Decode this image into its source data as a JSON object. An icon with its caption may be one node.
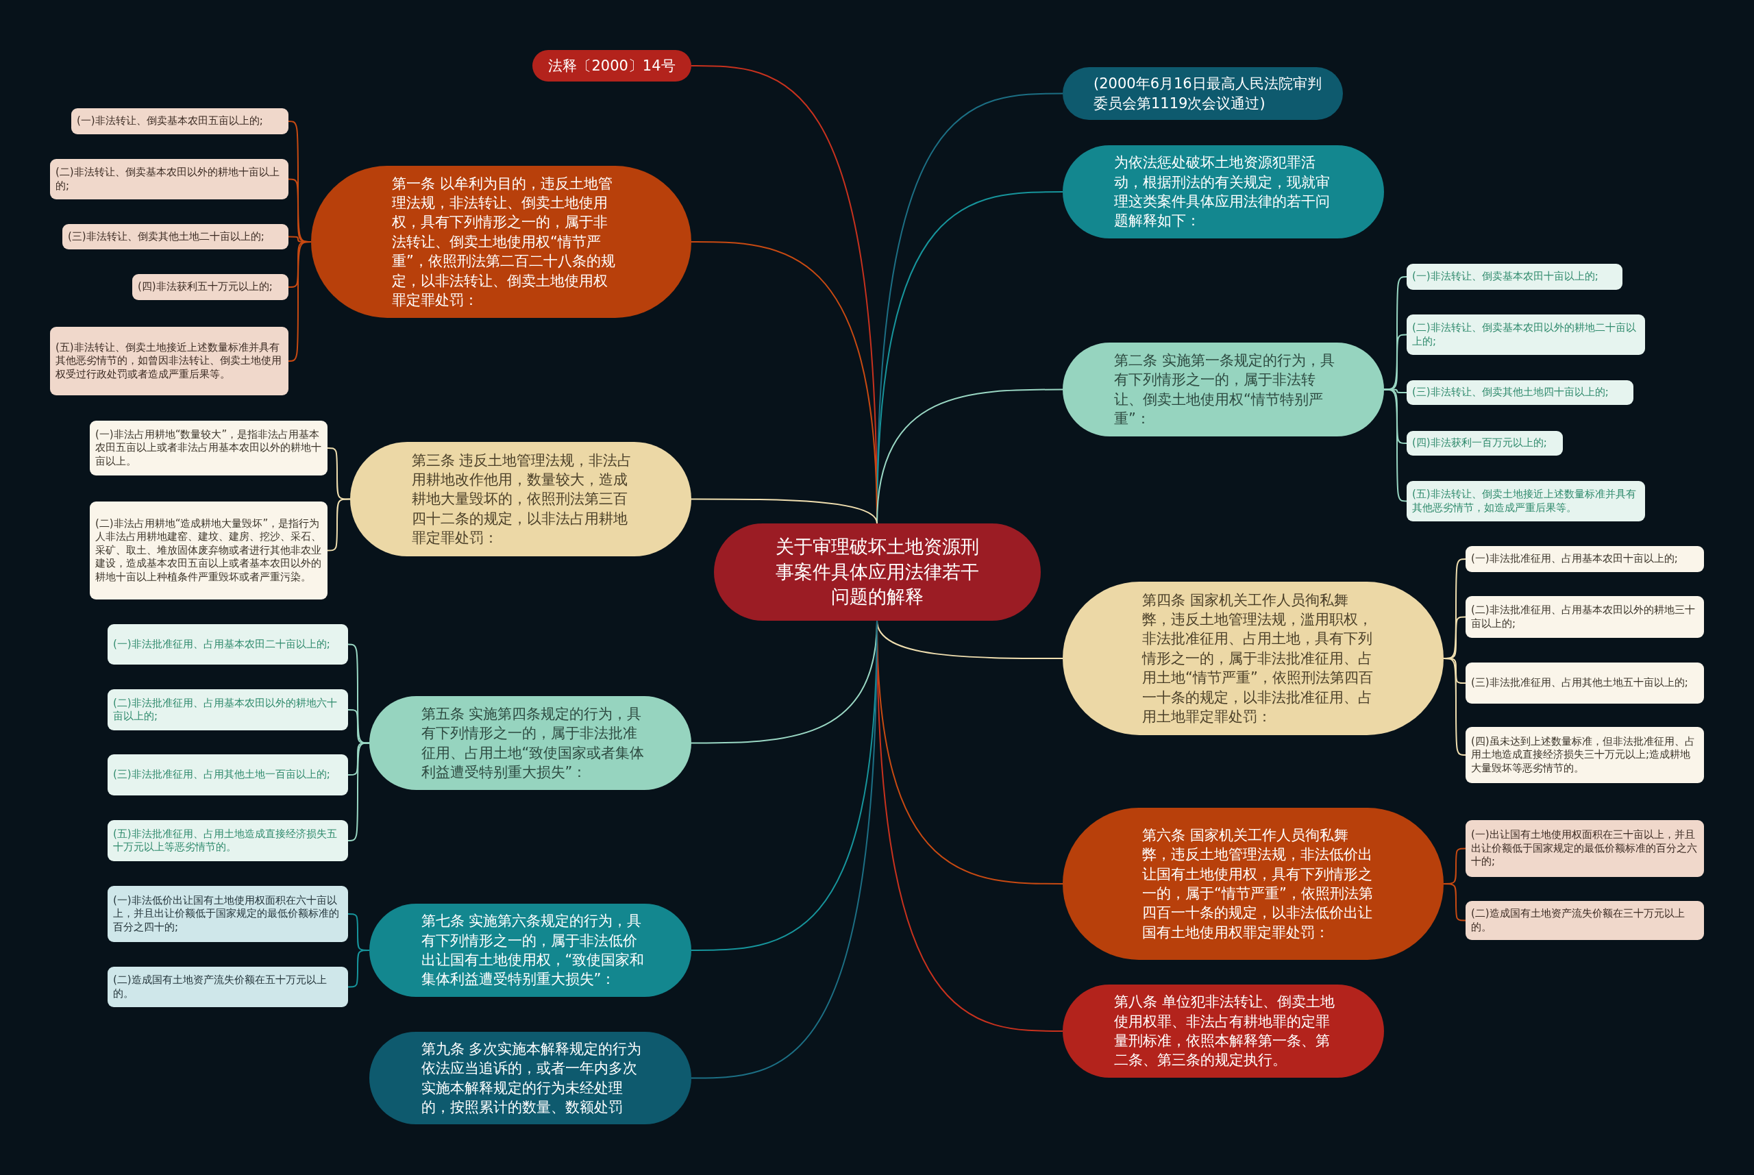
{
  "diagram": {
    "nodes": [
      {
        "text": [
          "关于审理破坏土地资源刑事案件具体应用法律若干问题的解释"
        ]
      },
      {
        "text": [
          "法释〔2000〕14号"
        ]
      },
      {
        "text": [
          "(2000年6月16日最高人民法院审判委员会第1119次会议通过)"
        ]
      },
      {
        "text": [
          "为依法惩处破坏土地资源犯罪活动，根据刑法的有关规定，现就审理这类案件具体应用法律的若干问题解释如下："
        ]
      },
      {
        "text": [
          "第一条 以牟利为目的，违反土地管理法规，非法转让、倒卖土地使用权，具有下列情形之一的，属于非法转让、倒卖土地使用权“情节严重”，依照刑法第二百二十八条的规定，以非法转让、倒卖土地使用权罪定罪处罚："
        ]
      },
      {
        "text": [
          "(一)非法转让、倒卖基本农田五亩以上的;"
        ]
      },
      {
        "text": [
          "(二)非法转让、倒卖基本农田以外的耕地十亩以上的;"
        ]
      },
      {
        "text": [
          "(三)非法转让、倒卖其他土地二十亩以上的;"
        ]
      },
      {
        "text": [
          "(四)非法获利五十万元以上的;"
        ]
      },
      {
        "text": [
          "(五)非法转让、倒卖土地接近上述数量标准并具有其他恶劣情节的，如曾因非法转让、倒卖土地使用权受过行政处罚或者造成严重后果等。"
        ]
      },
      {
        "text": [
          "第二条 实施第一条规定的行为，具有下列情形之一的，属于非法转让、倒卖土地使用权“情节特别严重”："
        ]
      },
      {
        "text": [
          "(一)非法转让、倒卖基本农田十亩以上的;"
        ]
      },
      {
        "text": [
          "(二)非法转让、倒卖基本农田以外的耕地二十亩以上的;"
        ]
      },
      {
        "text": [
          "(三)非法转让、倒卖其他土地四十亩以上的;"
        ]
      },
      {
        "text": [
          "(四)非法获利一百万元以上的;"
        ]
      },
      {
        "text": [
          "(五)非法转让、倒卖土地接近上述数量标准并具有其他恶劣情节，如造成严重后果等。"
        ]
      },
      {
        "text": [
          "第三条 违反土地管理法规，非法占用耕地改作他用，数量较大，造成耕地大量毁坏的，依照刑法第三百四十二条的规定，以非法占用耕地罪定罪处罚："
        ]
      },
      {
        "text": [
          "(一)非法占用耕地“数量较大”，是指非法占用基本农田五亩以上或者非法占用基本农田以外的耕地十亩以上。"
        ]
      },
      {
        "text": [
          "(二)非法占用耕地“造成耕地大量毁坏”，是指行为人非法占用耕地建窑、建坟、建房、挖沙、采石、采矿、取土、堆放固体废弃物或者进行其他非农业建设，造成基本农田五亩以上或者基本农田以外的耕地十亩以上种植条件严重毁坏或者严重污染。"
        ]
      },
      {
        "text": [
          "第四条 国家机关工作人员徇私舞弊，违反土地管理法规，滥用职权，非法批准征用、占用土地，具有下列情形之一的，属于非法批准征用、占用土地“情节严重”，依照刑法第四百一十条的规定，以非法批准征用、占用土地罪定罪处罚："
        ]
      },
      {
        "text": [
          "(一)非法批准征用、占用基本农田十亩以上的;"
        ]
      },
      {
        "text": [
          "(二)非法批准征用、占用基本农田以外的耕地三十亩以上的;"
        ]
      },
      {
        "text": [
          "(三)非法批准征用、占用其他土地五十亩以上的;"
        ]
      },
      {
        "text": [
          "(四)虽未达到上述数量标准，但非法批准征用、占用土地造成直接经济损失三十万元以上;造成耕地大量毁坏等恶劣情节的。"
        ]
      },
      {
        "text": [
          "第五条 实施第四条规定的行为，具有下列情形之一的，属于非法批准征用、占用土地“致使国家或者集体利益遭受特别重大损失”："
        ]
      },
      {
        "text": [
          "(一)非法批准征用、占用基本农田二十亩以上的;"
        ]
      },
      {
        "text": [
          "(二)非法批准征用、占用基本农田以外的耕地六十亩以上的;"
        ]
      },
      {
        "text": [
          "(三)非法批准征用、占用其他土地一百亩以上的;"
        ]
      },
      {
        "text": [
          "(五)非法批准征用、占用土地造成直接经济损失五十万元以上等恶劣情节的。"
        ]
      },
      {
        "text": [
          "第六条 国家机关工作人员徇私舞弊，违反土地管理法规，非法低价出让国有土地使用权，具有下列情形之一的，属于“情节严重”，依照刑法第四百一十条的规定，以非法低价出让国有土地使用权罪定罪处罚："
        ]
      },
      {
        "text": [
          "(一)出让国有土地使用权面积在三十亩以上，并且出让价额低于国家规定的最低价额标准的百分之六十的;"
        ]
      },
      {
        "text": [
          "(二)造成国有土地资产流失价额在三十万元以上的。"
        ]
      },
      {
        "text": [
          "第七条 实施第六条规定的行为，具有下列情形之一的，属于非法低价出让国有土地使用权，“致使国家和集体利益遭受特别重大损失”："
        ]
      },
      {
        "text": [
          "(一)非法低价出让国有土地使用权面积在六十亩以上，并且出让价额低于国家规定的最低价额标准的百分之四十的;"
        ]
      },
      {
        "text": [
          "(二)造成国有土地资产流失价额在五十万元以上的。"
        ]
      },
      {
        "text": [
          "第八条 单位犯非法转让、倒卖土地使用权罪、非法占有耕地罪的定罪量刑标准，依照本解释第一条、第二条、第三条的规定执行。"
        ]
      },
      {
        "text": [
          "第九条 多次实施本解释规定的行为依法应当追诉的，或者一年内多次实施本解释规定的行为未经处理的，按照累计的数量、数额处罚"
        ]
      }
    ],
    "edges": [
      {
        "from": 0,
        "to": 1,
        "arrow": "none",
        "color": "#c8321e"
      },
      {
        "from": 0,
        "to": 2,
        "arrow": "none",
        "color": "#1c6f84"
      },
      {
        "from": 0,
        "to": 3,
        "arrow": "none",
        "color": "#17959c"
      },
      {
        "from": 0,
        "to": 4,
        "arrow": "none",
        "color": "#c84a12"
      },
      {
        "from": 4,
        "to": 5,
        "arrow": "none",
        "color": "#c84a12"
      },
      {
        "from": 4,
        "to": 6,
        "arrow": "none",
        "color": "#c84a12"
      },
      {
        "from": 4,
        "to": 7,
        "arrow": "none",
        "color": "#c84a12"
      },
      {
        "from": 4,
        "to": 8,
        "arrow": "none",
        "color": "#c84a12"
      },
      {
        "from": 4,
        "to": 9,
        "arrow": "none",
        "color": "#c84a12"
      },
      {
        "from": 0,
        "to": 10,
        "arrow": "none",
        "color": "#9ad8c4"
      },
      {
        "from": 10,
        "to": 11,
        "arrow": "none",
        "color": "#9ad8c4"
      },
      {
        "from": 10,
        "to": 12,
        "arrow": "none",
        "color": "#9ad8c4"
      },
      {
        "from": 10,
        "to": 13,
        "arrow": "none",
        "color": "#9ad8c4"
      },
      {
        "from": 10,
        "to": 14,
        "arrow": "none",
        "color": "#9ad8c4"
      },
      {
        "from": 10,
        "to": 15,
        "arrow": "none",
        "color": "#9ad8c4"
      },
      {
        "from": 0,
        "to": 16,
        "arrow": "none",
        "color": "#f0dfb0"
      },
      {
        "from": 16,
        "to": 17,
        "arrow": "none",
        "color": "#f0dfb0"
      },
      {
        "from": 16,
        "to": 18,
        "arrow": "none",
        "color": "#f0dfb0"
      },
      {
        "from": 0,
        "to": 19,
        "arrow": "none",
        "color": "#f0dfb0"
      },
      {
        "from": 19,
        "to": 20,
        "arrow": "none",
        "color": "#f0dfb0"
      },
      {
        "from": 19,
        "to": 21,
        "arrow": "none",
        "color": "#f0dfb0"
      },
      {
        "from": 19,
        "to": 22,
        "arrow": "none",
        "color": "#f0dfb0"
      },
      {
        "from": 19,
        "to": 23,
        "arrow": "none",
        "color": "#f0dfb0"
      },
      {
        "from": 0,
        "to": 24,
        "arrow": "none",
        "color": "#9ad8c4"
      },
      {
        "from": 24,
        "to": 25,
        "arrow": "none",
        "color": "#9ad8c4"
      },
      {
        "from": 24,
        "to": 26,
        "arrow": "none",
        "color": "#9ad8c4"
      },
      {
        "from": 24,
        "to": 27,
        "arrow": "none",
        "color": "#9ad8c4"
      },
      {
        "from": 24,
        "to": 28,
        "arrow": "none",
        "color": "#9ad8c4"
      },
      {
        "from": 0,
        "to": 29,
        "arrow": "none",
        "color": "#c84a12"
      },
      {
        "from": 29,
        "to": 30,
        "arrow": "none",
        "color": "#c84a12"
      },
      {
        "from": 29,
        "to": 31,
        "arrow": "none",
        "color": "#c84a12"
      },
      {
        "from": 0,
        "to": 32,
        "arrow": "none",
        "color": "#17959c"
      },
      {
        "from": 32,
        "to": 33,
        "arrow": "none",
        "color": "#17959c"
      },
      {
        "from": 32,
        "to": 34,
        "arrow": "none",
        "color": "#17959c"
      },
      {
        "from": 0,
        "to": 35,
        "arrow": "none",
        "color": "#c8321e"
      },
      {
        "from": 0,
        "to": 36,
        "arrow": "none",
        "color": "#1c6f84"
      }
    ]
  }
}
